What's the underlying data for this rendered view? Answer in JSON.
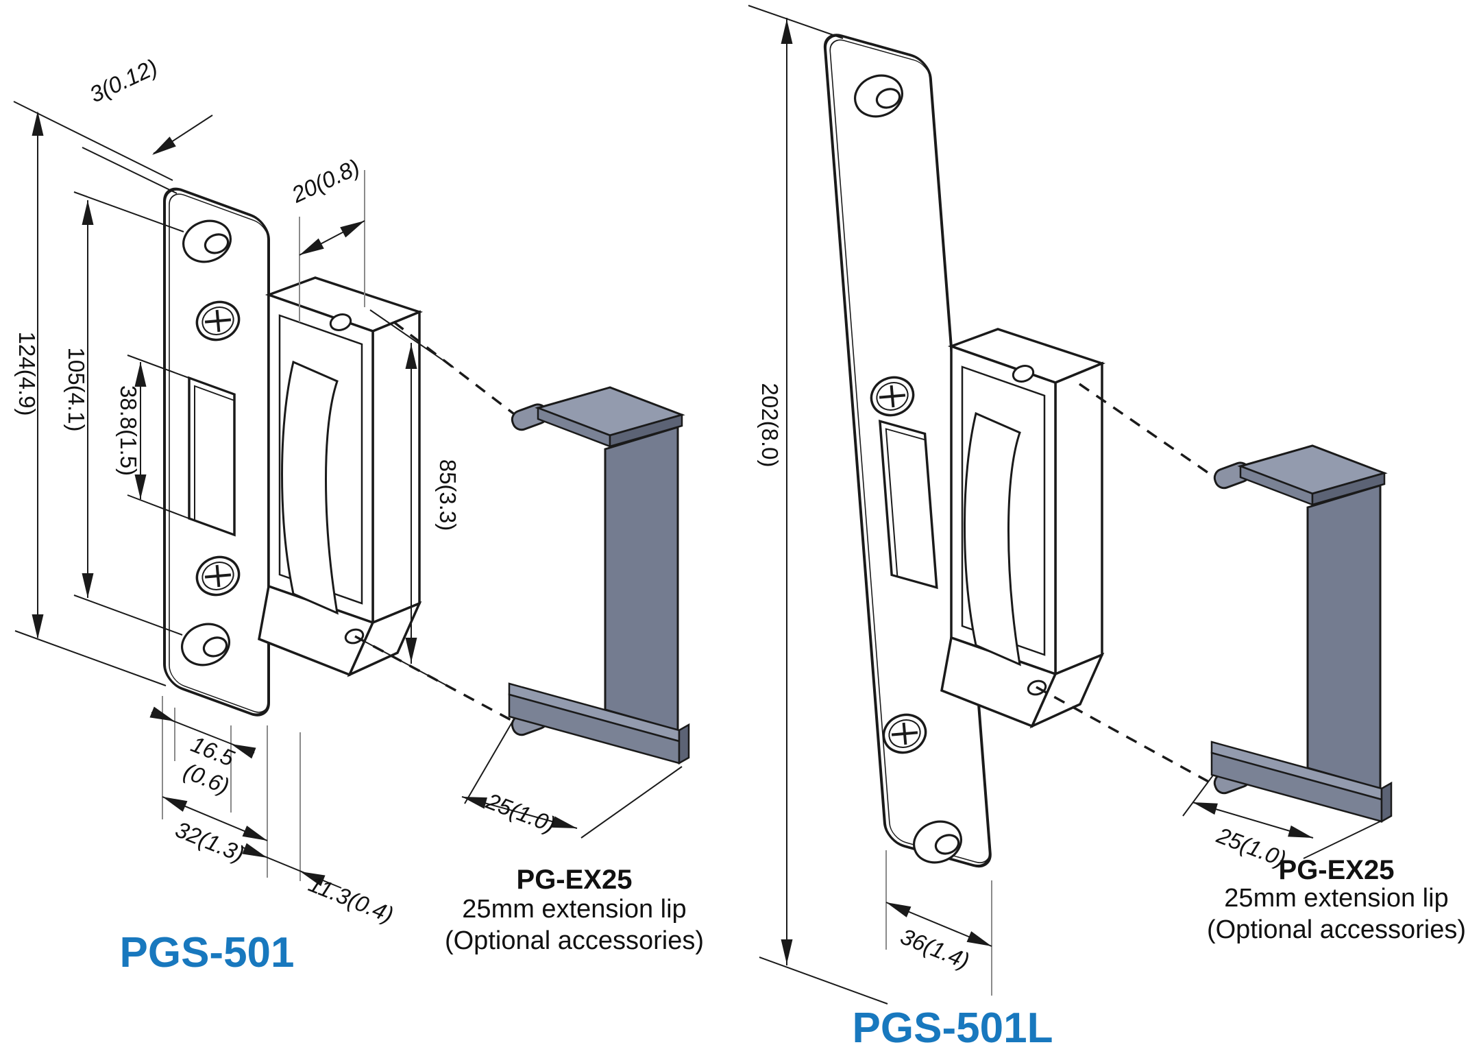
{
  "left_product": {
    "name": "PGS-501",
    "dims": {
      "thickness": "3(0.12)",
      "overall_height": "124(4.9)",
      "hole_spacing": "105(4.1)",
      "keeper_height": "38.8(1.5)",
      "lip_depth": "20(0.8)",
      "body_height": "85(3.3)",
      "offset_mm": "16.5",
      "offset_in": "(0.6)",
      "faceplate_width": "32(1.3)",
      "body_depth": "11.3(0.4)"
    }
  },
  "right_product": {
    "name": "PGS-501L",
    "dims": {
      "overall_height": "202(8.0)",
      "faceplate_width": "36(1.4)"
    }
  },
  "accessory": {
    "model": "PG-EX25",
    "description": "25mm extension lip",
    "note": "(Optional accessories)",
    "lip_width": "25(1.0)"
  },
  "colors": {
    "label_blue": "#1878BE",
    "dimension_text": "#111111",
    "line": "#1a1a1a",
    "lip_light": "#939BAE",
    "lip_mid": "#7A8295",
    "lip_dark": "#5C6375"
  }
}
